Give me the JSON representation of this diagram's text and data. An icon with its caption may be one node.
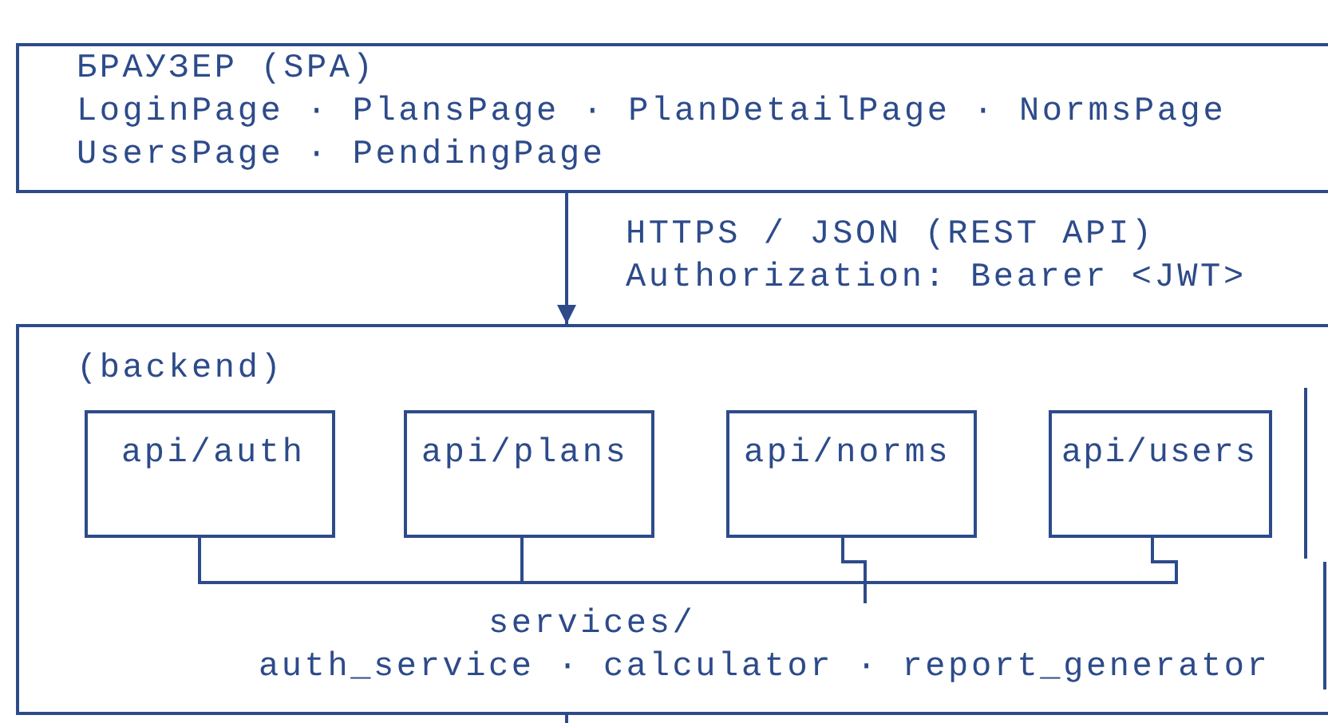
{
  "diagram": {
    "nodes": [
      {
        "text": [
          "БРАУЗЕР (SPA)",
          "LoginPage · PlansPage · PlanDetailPage · NormsPage",
          "UsersPage · PendingPage"
        ]
      },
      {
        "text": [
          "(backend)"
        ]
      },
      {
        "text": [
          "api/auth"
        ],
        "in": 1
      },
      {
        "text": [
          "api/plans"
        ],
        "in": 1
      },
      {
        "text": [
          "api/norms"
        ],
        "in": 1
      },
      {
        "text": [
          "api/users"
        ],
        "in": 1
      },
      {
        "text": [
          "services/",
          "auth_service · calculator · report_generator"
        ],
        "in": 1
      }
    ],
    "edges": [
      {
        "from": 0,
        "to": 1,
        "arrow": "to",
        "label": "HTTPS / JSON (REST API) Authorization: Bearer <JWT>"
      },
      {
        "from": 2,
        "to": 6,
        "arrow": "none"
      },
      {
        "from": 3,
        "to": 6,
        "arrow": "none"
      },
      {
        "from": 4,
        "to": 6,
        "arrow": "none"
      },
      {
        "from": 5,
        "to": 6,
        "arrow": "none"
      },
      {
        "from": 1,
        "to": null,
        "arrow": "none"
      }
    ]
  }
}
